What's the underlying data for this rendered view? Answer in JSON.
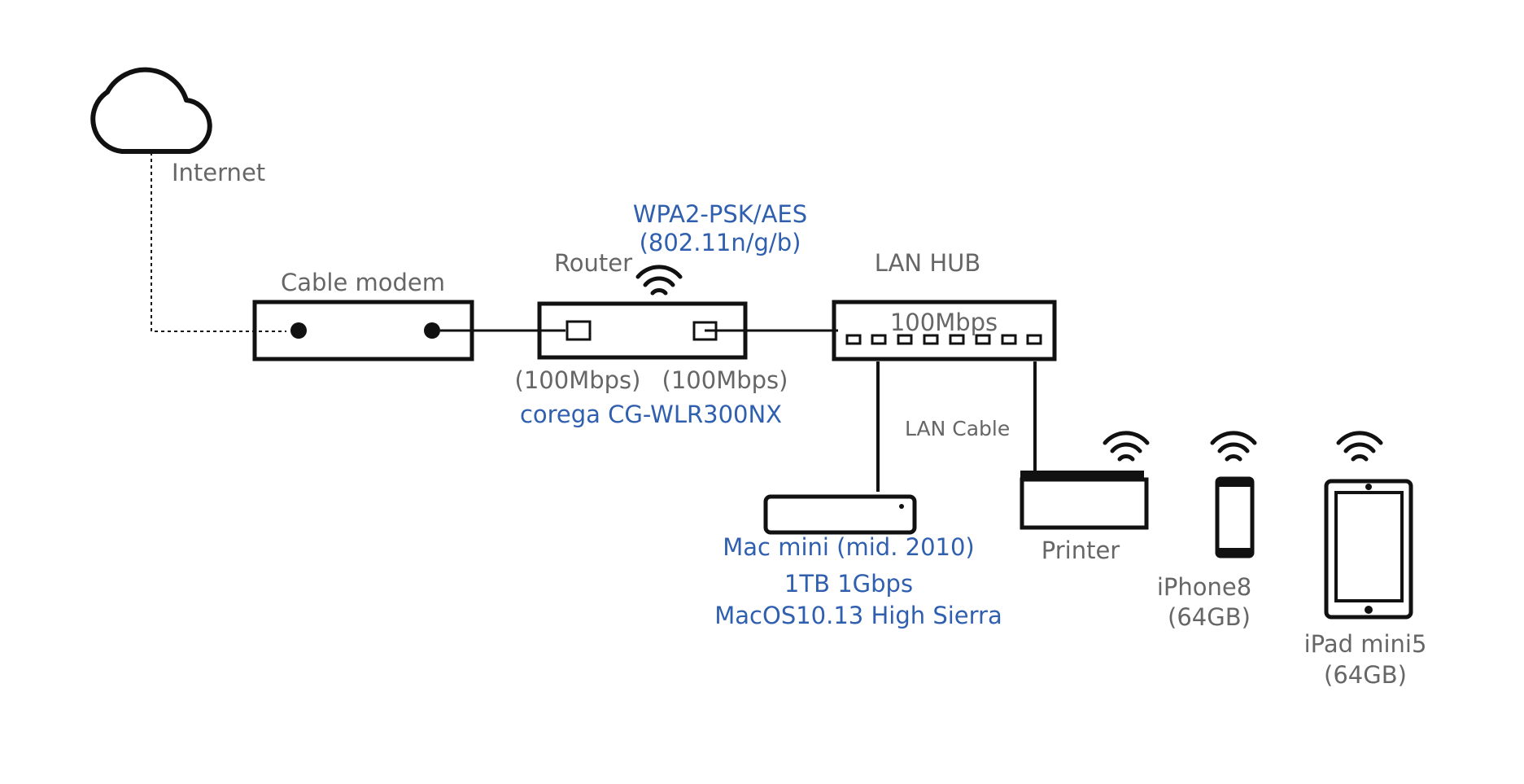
{
  "colors": {
    "gray_text": "#666666",
    "blue_text": "#2f5fae",
    "line": "#111111",
    "background": "#ffffff"
  },
  "internet": {
    "label": "Internet",
    "icon": "cloud-icon"
  },
  "cable_modem": {
    "label": "Cable modem"
  },
  "router": {
    "label": "Router",
    "security": "WPA2-PSK/AES",
    "wifi_standard": "(802.11n/g/b)",
    "port_left": "(100Mbps)",
    "port_right": "(100Mbps)",
    "model": "corega CG-WLR300NX",
    "icon": "wifi-icon"
  },
  "hub": {
    "label": "LAN HUB",
    "speed": "100Mbps"
  },
  "lan_cable": {
    "label": "LAN Cable"
  },
  "mac_mini": {
    "name": "Mac mini (mid. 2010)",
    "specs": "1TB  1Gbps",
    "os": "MacOS10.13 High Sierra"
  },
  "printer": {
    "label": "Printer",
    "icon": "printer-icon"
  },
  "iphone": {
    "name": "iPhone8",
    "capacity": "(64GB)",
    "icon": "smartphone-icon"
  },
  "ipad": {
    "name": "iPad mini5",
    "capacity": "(64GB)",
    "icon": "tablet-icon"
  }
}
